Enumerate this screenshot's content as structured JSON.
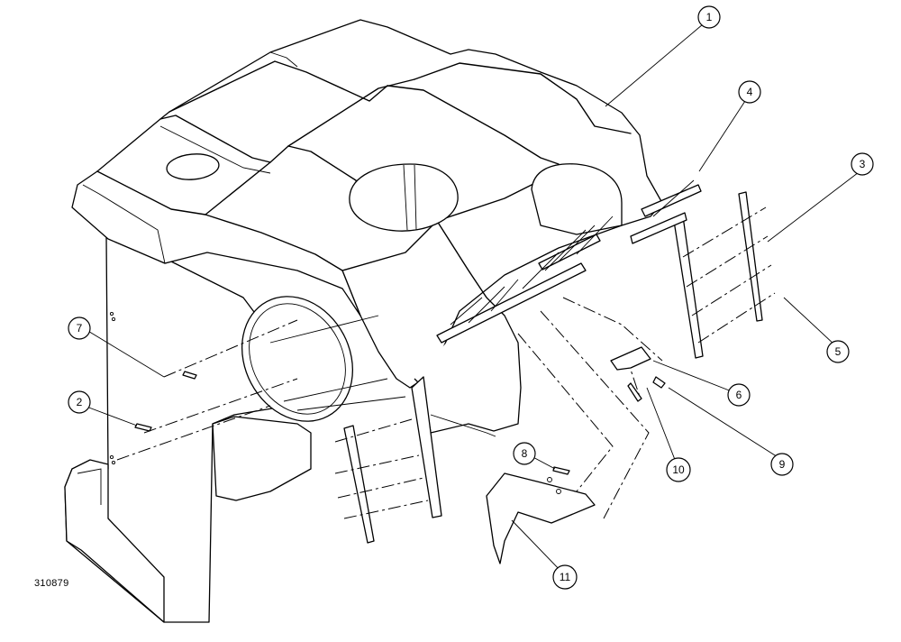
{
  "figure_number": "310879",
  "callouts": [
    {
      "id": "c1",
      "label": "1"
    },
    {
      "id": "c2",
      "label": "2"
    },
    {
      "id": "c3",
      "label": "3"
    },
    {
      "id": "c4",
      "label": "4"
    },
    {
      "id": "c5",
      "label": "5"
    },
    {
      "id": "c6",
      "label": "6"
    },
    {
      "id": "c7",
      "label": "7"
    },
    {
      "id": "c8",
      "label": "8"
    },
    {
      "id": "c9",
      "label": "9"
    },
    {
      "id": "c10",
      "label": "10"
    },
    {
      "id": "c11",
      "label": "11"
    }
  ]
}
